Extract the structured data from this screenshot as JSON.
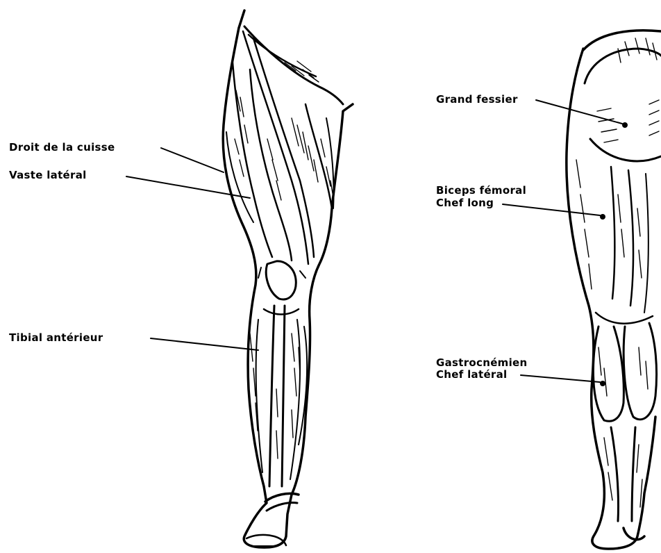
{
  "labels": {
    "droit_de_la_cuisse": "Droit de la cuisse",
    "vaste_lateral": "Vaste latéral",
    "tibial_anterieur": "Tibial antérieur",
    "grand_fessier": "Grand fessier",
    "biceps_femoral_line1": "Biceps fémoral",
    "biceps_femoral_line2": "Chef long",
    "gastrocnemien_line1": "Gastrocnémien",
    "gastrocnemien_line2": "Chef latéral"
  },
  "colors": {
    "ink": "#000000",
    "background": "#ffffff"
  },
  "figures": [
    "leg-anterior-view",
    "leg-posterior-view"
  ]
}
